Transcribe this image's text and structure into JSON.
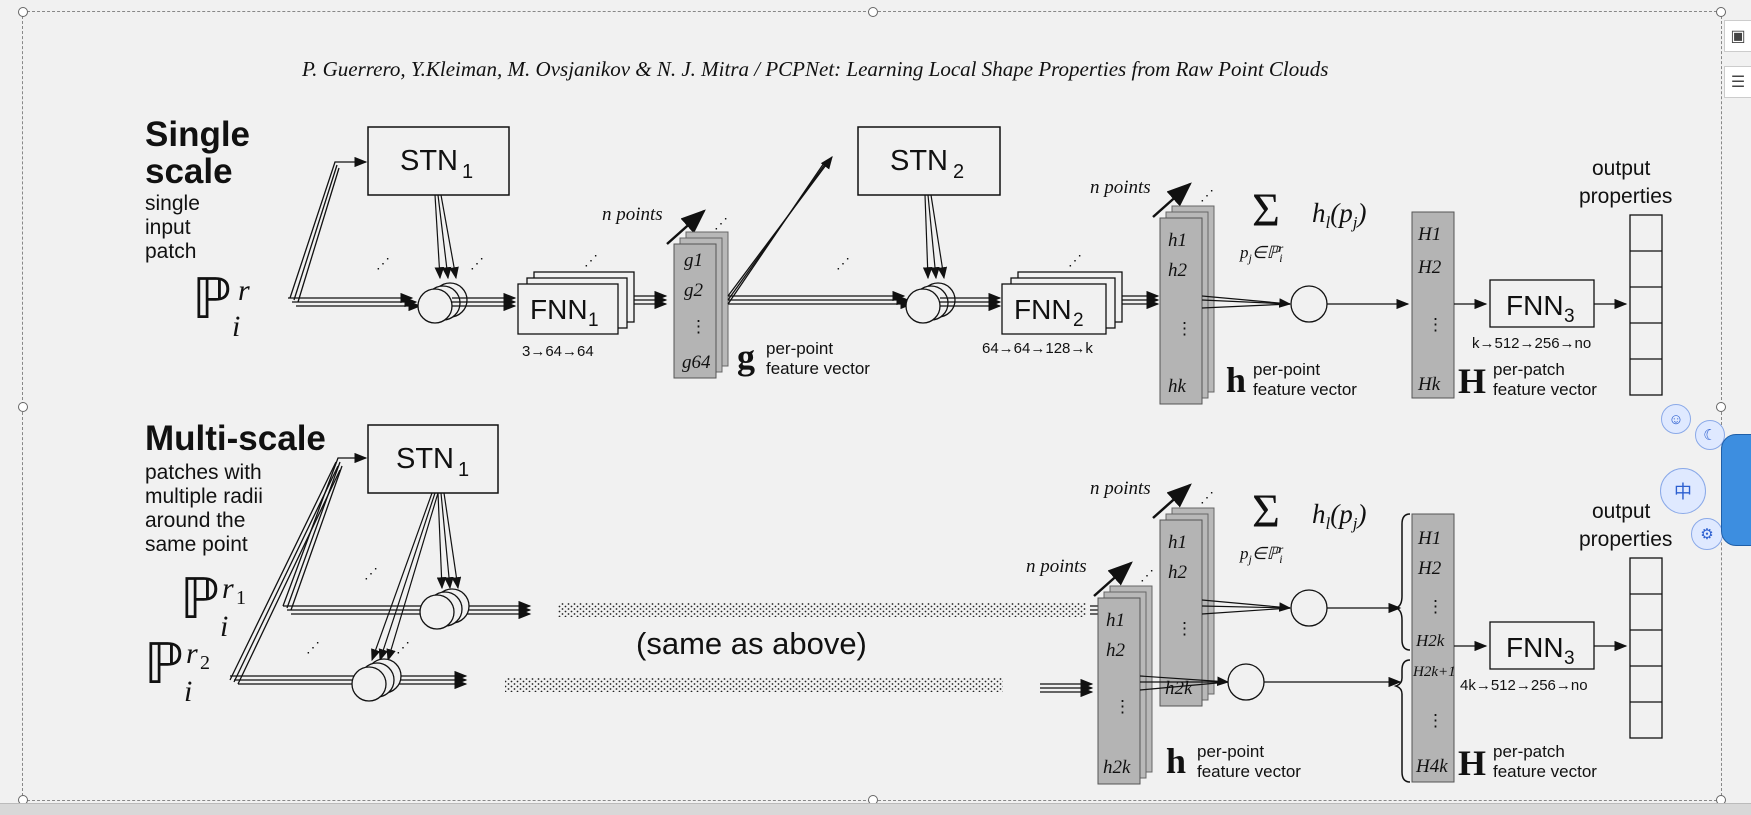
{
  "header": {
    "citation": "P. Guerrero, Y.Kleiman, M. Ovsjanikov & N. J. Mitra / PCPNet: Learning Local Shape Properties from Raw Point Clouds"
  },
  "single": {
    "title_line1": "Single",
    "title_line2": "scale",
    "desc": [
      "single",
      "input",
      "patch"
    ],
    "stn1_label": "STN",
    "stn1_sub": "1",
    "fnn1_label": "FNN",
    "fnn1_sub": "1",
    "fnn1_dims": "3→64→64",
    "g_items": [
      "g1",
      "g2",
      "⋮",
      "g64"
    ],
    "n_points": "n points",
    "g_symbol": "g",
    "g_caption": [
      "per-point",
      "feature vector"
    ],
    "stn2_label": "STN",
    "stn2_sub": "2",
    "fnn2_label": "FNN",
    "fnn2_sub": "2",
    "fnn2_dims": "64→64→128→k",
    "h_items": [
      "h1",
      "h2",
      "⋮",
      "hk"
    ],
    "sum_formula": "Σ hl(pj)",
    "sum_sub": "pj∈ℙir",
    "h_symbol": "h",
    "h_caption": [
      "per-point",
      "feature vector"
    ],
    "H_items": [
      "H1",
      "H2",
      "⋮",
      "Hk"
    ],
    "H_symbol": "H",
    "H_caption": [
      "per-patch",
      "feature vector"
    ],
    "fnn3_label": "FNN",
    "fnn3_sub": "3",
    "fnn3_dims": "k→512→256→no",
    "output_label": [
      "output",
      "properties"
    ]
  },
  "multi": {
    "title": "Multi-scale",
    "desc": [
      "patches with",
      "multiple radii",
      "around the",
      "same point"
    ],
    "stn1_label": "STN",
    "stn1_sub": "1",
    "same_as_above": "(same as above)",
    "n_points_a": "n points",
    "n_points_b": "n points",
    "h_items_a": [
      "h1",
      "h2",
      "⋮",
      "h2k"
    ],
    "h_items_b": [
      "h1",
      "h2",
      "⋮",
      "h2k"
    ],
    "sum_formula": "Σ hl(pj)",
    "sum_sub": "pj∈ℙir",
    "h_symbol": "h",
    "h_caption": [
      "per-point",
      "feature vector"
    ],
    "H_items": [
      "H1",
      "H2",
      "⋮",
      "H2k",
      "H2k+1",
      "⋮",
      "H4k"
    ],
    "H_symbol": "H",
    "H_caption": [
      "per-patch",
      "feature vector"
    ],
    "fnn3_label": "FNN",
    "fnn3_sub": "3",
    "fnn3_dims": "4k→512→256→no",
    "output_label": [
      "output",
      "properties"
    ]
  },
  "overlay": {
    "floating_center": "中"
  }
}
